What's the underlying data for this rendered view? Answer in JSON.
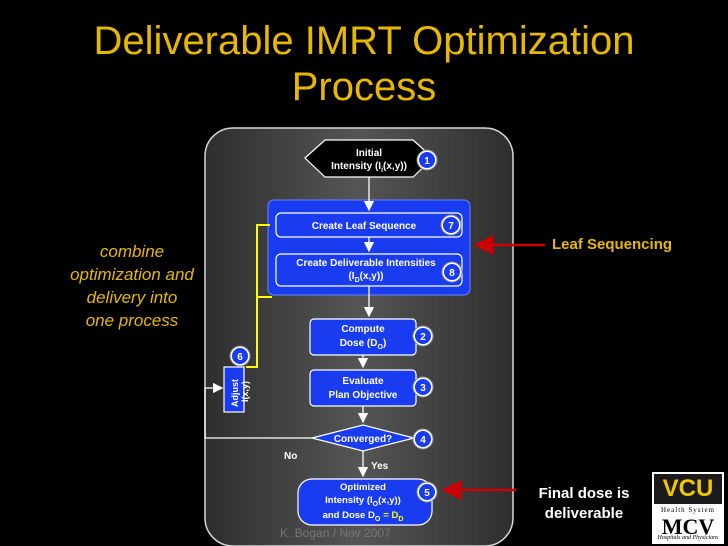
{
  "title": {
    "line1": "Deliverable IMRT Optimization",
    "line2": "Process"
  },
  "side_note": [
    "combine",
    "optimization and",
    "delivery into",
    "one process"
  ],
  "leaf_sequencing_label": "Leaf Sequencing",
  "final_dose_label": [
    "Final dose is",
    "deliverable"
  ],
  "footer": "K. Bogan / Nov 2007",
  "logo": {
    "vcu": "VCU",
    "health_system": "Health System",
    "mcv": "MCV",
    "hospitals": "Hospitals and Physicians"
  },
  "steps": {
    "initial": {
      "line1": "Initial",
      "line2": "Intensity (I",
      "sub": "i",
      "line2_end": "(x,y))",
      "num": "1"
    },
    "leaf_sequence": {
      "label": "Create Leaf Sequence",
      "num": "7"
    },
    "deliverable": {
      "line1": "Create Deliverable Intensities",
      "line2": "(I",
      "sub": "D",
      "line2_end": "(x,y))",
      "num": "8"
    },
    "compute_dose": {
      "line1": "Compute",
      "line2": "Dose (D",
      "sub": "O",
      "line2_end": ")",
      "num": "2"
    },
    "evaluate": {
      "line1": "Evaluate",
      "line2": "Plan Objective",
      "num": "3"
    },
    "converged": {
      "label": "Converged?",
      "num": "4"
    },
    "optimized": {
      "line1": "Optimized",
      "line2": "Intensity (I",
      "sub": "O",
      "line2_end": "(x,y))",
      "line3": "and Dose D",
      "sub3": "O",
      "line3_eq": "= D",
      "sub3b": "D",
      "num": "5"
    },
    "adjust": {
      "line1": "Adjust",
      "line2": "I(x,y)",
      "num": "6"
    }
  },
  "branches": {
    "no": "No",
    "yes": "Yes"
  },
  "colors": {
    "title": "#e8b800",
    "blue_box": "#1a3cf0",
    "yellow_line": "#ffff00",
    "arrow_red": "#cc0000",
    "panel": "#4a4a4a"
  }
}
